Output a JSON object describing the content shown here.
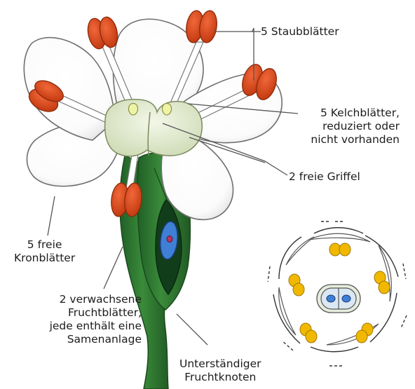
{
  "labels": {
    "stamens": "5 Staubblätter",
    "sepals": [
      "5 Kelchblätter,",
      "reduziert oder",
      "nicht vorhanden"
    ],
    "styles": "2 freie Griffel",
    "petals": [
      "5 freie",
      "Kronblätter"
    ],
    "carpels": [
      "2 verwachsene",
      "Fruchtblätter,",
      "jede enthält eine",
      "Samenanlage"
    ],
    "ovary": [
      "Unterständiger",
      "Fruchtknoten"
    ]
  },
  "colors": {
    "petal": "#ffffff",
    "petal_outline": "#6f6f6f",
    "anther": "#d8461f",
    "stem": "#2f7a32",
    "ovary_cavity": "#123d1b",
    "ovule": "#3f7fd6",
    "disk": "#e4ecd2",
    "diagram_stamen": "#f1b800",
    "leader_line": "#555555"
  }
}
